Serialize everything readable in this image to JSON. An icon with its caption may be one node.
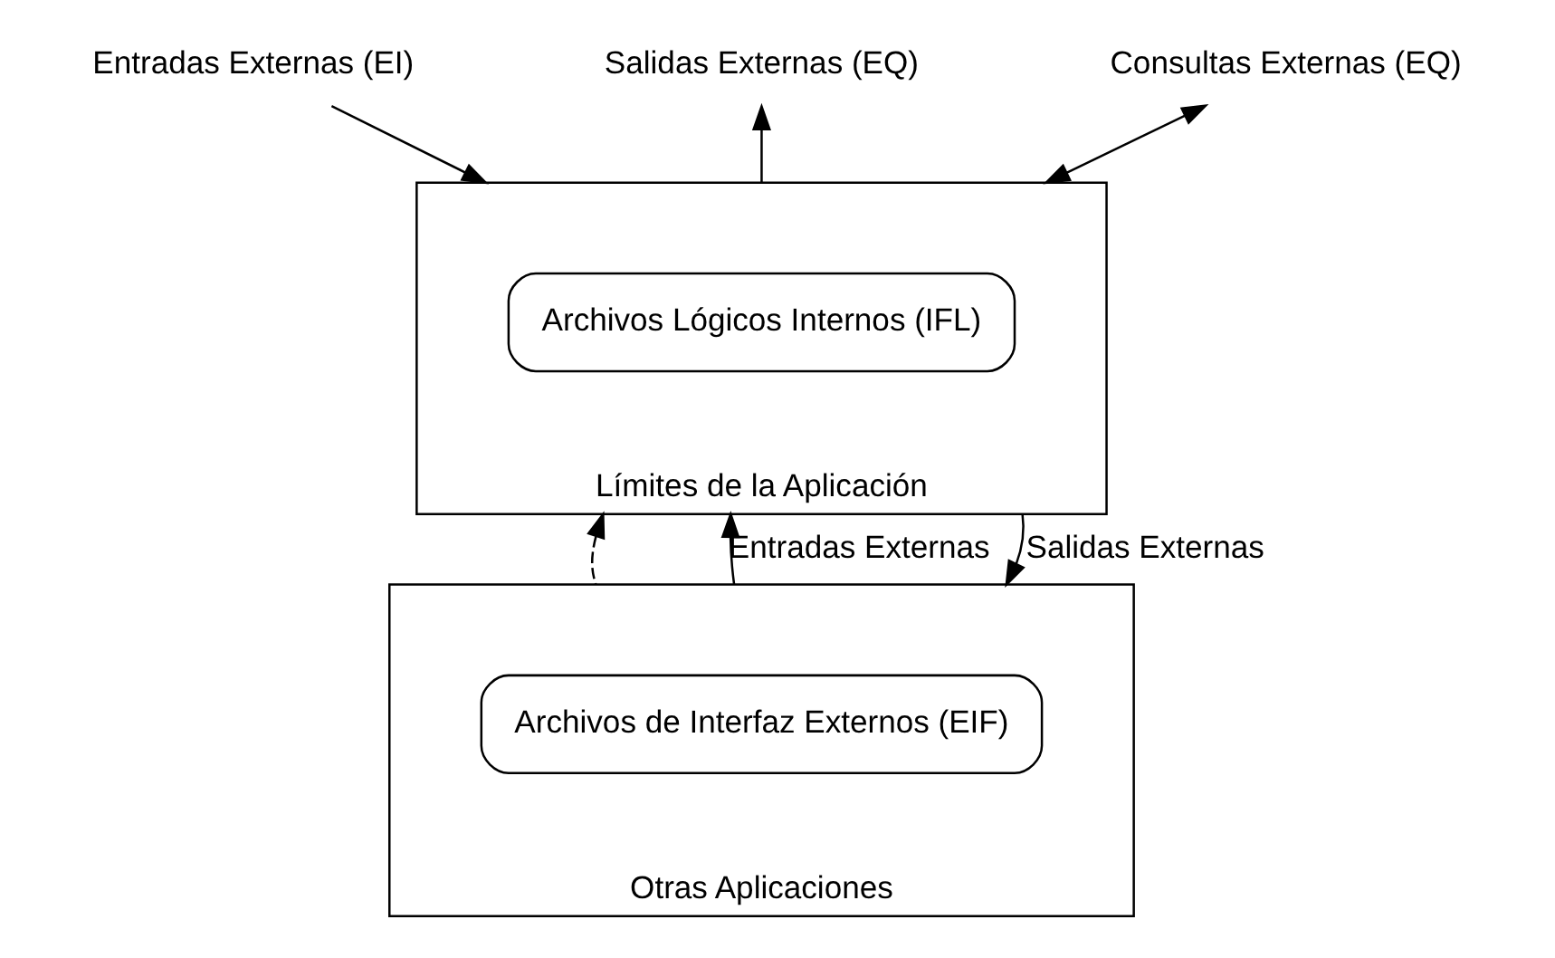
{
  "diagram": {
    "nodes": [
      {
        "text": [
          "Límites de la Aplicación"
        ]
      },
      {
        "text": [
          "Archivos Lógicos Internos (IFL)"
        ],
        "in": 0
      },
      {
        "text": [
          "Otras Aplicaciones"
        ]
      },
      {
        "text": [
          "Archivos de Interfaz Externos (EIF)"
        ],
        "in": 2
      },
      {
        "text": [
          "Entradas Externas (EI)"
        ]
      },
      {
        "text": [
          "Salidas Externas (EQ)"
        ]
      },
      {
        "text": [
          "Consultas Externas (EQ)"
        ]
      }
    ],
    "edges": [
      {
        "from": 4,
        "to": 0,
        "arrow": "to"
      },
      {
        "from": 0,
        "to": 5,
        "arrow": "to"
      },
      {
        "from": 6,
        "to": 0,
        "arrow": "both"
      },
      {
        "from": 2,
        "to": 0,
        "arrow": "to",
        "style": "dashed"
      },
      {
        "from": 2,
        "to": 0,
        "arrow": "to",
        "label": "Entradas Externas"
      },
      {
        "from": 0,
        "to": 2,
        "arrow": "to",
        "label": "Salidas Externas"
      }
    ]
  }
}
